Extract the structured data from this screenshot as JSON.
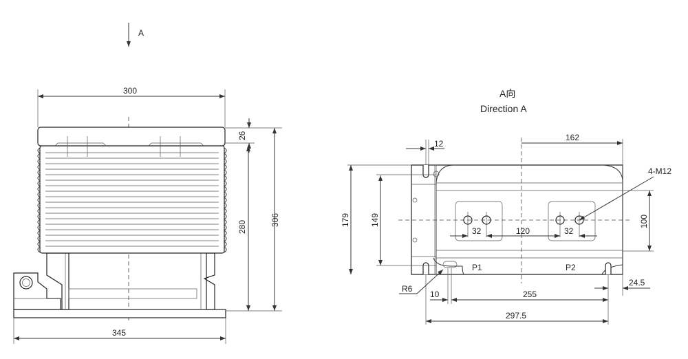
{
  "view_arrow": {
    "label": "A"
  },
  "front_view": {
    "dimensions": {
      "top_width": "300",
      "base_width": "345",
      "cap_height": "26",
      "body_height": "280",
      "total_height": "306"
    }
  },
  "direction_view": {
    "title_cn": "A向",
    "title_en": "Direction A",
    "dimensions": {
      "half_length": "162",
      "slot_width": "12",
      "overall_depth": "179",
      "mount_depth": "149",
      "window_height": "100",
      "hole_spacing_p1": "32",
      "hole_spacing_p2": "32",
      "terminal_spacing": "120",
      "slot_offset": "10",
      "mount_spacing": "255",
      "overall_slot_spacing": "297.5",
      "edge_offset": "24.5"
    },
    "callouts": {
      "thread": "4-M12",
      "radius": "R6"
    },
    "terminals": {
      "p1": "P1",
      "p2": "P2"
    }
  }
}
